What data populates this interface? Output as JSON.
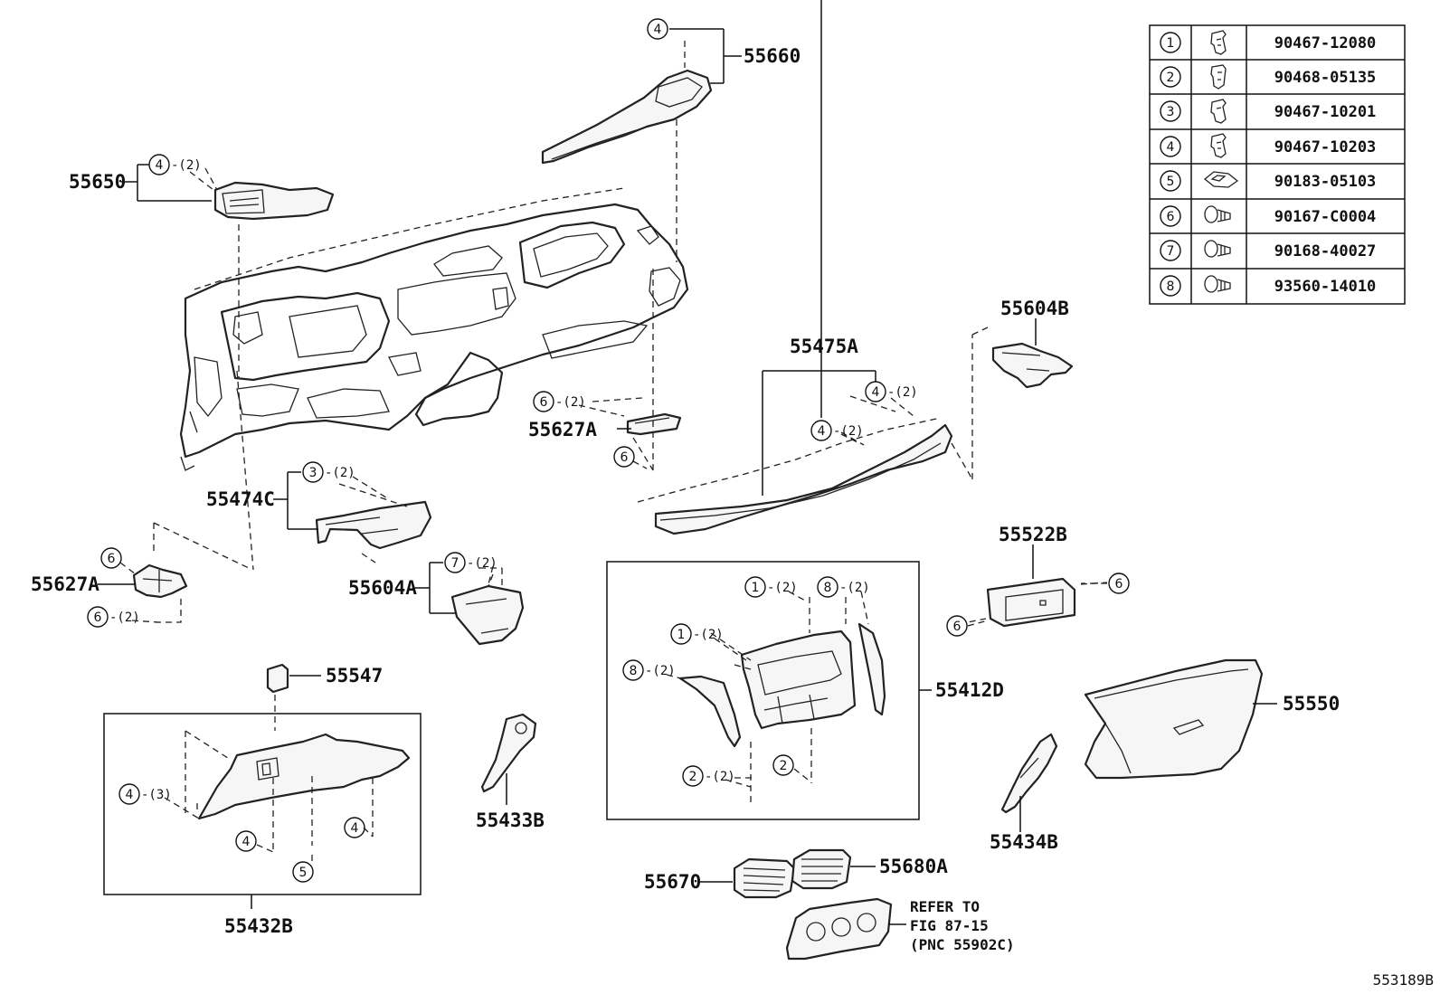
{
  "part_labels": {
    "p55660": "55660",
    "p55650": "55650",
    "p55475A": "55475A",
    "p55604B": "55604B",
    "p55627A_top": "55627A",
    "p55474C": "55474C",
    "p55627A_left": "55627A",
    "p55604A": "55604A",
    "p55522B": "55522B",
    "p55412D": "55412D",
    "p55547": "55547",
    "p55550": "55550",
    "p55433B": "55433B",
    "p55434B": "55434B",
    "p55432B": "55432B",
    "p55670": "55670",
    "p55680A": "55680A"
  },
  "callouts": {
    "c1": {
      "num": "4",
      "qty": ""
    },
    "c2": {
      "num": "4",
      "qty": "-(2)"
    },
    "c3": {
      "num": "6",
      "qty": "-(2)"
    },
    "c4": {
      "num": "6",
      "qty": ""
    },
    "c5": {
      "num": "4",
      "qty": "-(2)"
    },
    "c6": {
      "num": "4",
      "qty": "-(2)"
    },
    "c7": {
      "num": "3",
      "qty": "-(2)"
    },
    "c8": {
      "num": "6",
      "qty": ""
    },
    "c9": {
      "num": "6",
      "qty": "-(2)"
    },
    "c10": {
      "num": "7",
      "qty": "-(2)"
    },
    "c11": {
      "num": "1",
      "qty": "-(2)"
    },
    "c12": {
      "num": "8",
      "qty": "-(2)"
    },
    "c13": {
      "num": "1",
      "qty": "-(2)"
    },
    "c14": {
      "num": "8",
      "qty": "-(2)"
    },
    "c15": {
      "num": "2",
      "qty": "-(2)"
    },
    "c16": {
      "num": "2",
      "qty": ""
    },
    "c17": {
      "num": "6",
      "qty": ""
    },
    "c18": {
      "num": "6",
      "qty": ""
    },
    "c19": {
      "num": "4",
      "qty": "-(3)"
    },
    "c20": {
      "num": "4",
      "qty": ""
    },
    "c21": {
      "num": "5",
      "qty": ""
    },
    "c22": {
      "num": "4",
      "qty": ""
    }
  },
  "fastener_table": [
    {
      "num": "1",
      "icon": "clip-icon",
      "part": "90467-12080"
    },
    {
      "num": "2",
      "icon": "clip-icon",
      "part": "90468-05135"
    },
    {
      "num": "3",
      "icon": "clip-icon",
      "part": "90467-10201"
    },
    {
      "num": "4",
      "icon": "clip-icon",
      "part": "90467-10203"
    },
    {
      "num": "5",
      "icon": "nut-icon",
      "part": "90183-05103"
    },
    {
      "num": "6",
      "icon": "screw-icon",
      "part": "90167-C0004"
    },
    {
      "num": "7",
      "icon": "screw-icon",
      "part": "90168-40027"
    },
    {
      "num": "8",
      "icon": "screw-icon",
      "part": "93560-14010"
    }
  ],
  "refer_note": {
    "line1": "REFER TO",
    "line2": "FIG 87-15",
    "line3": "(PNC 55902C)"
  },
  "figure_id": "553189B"
}
